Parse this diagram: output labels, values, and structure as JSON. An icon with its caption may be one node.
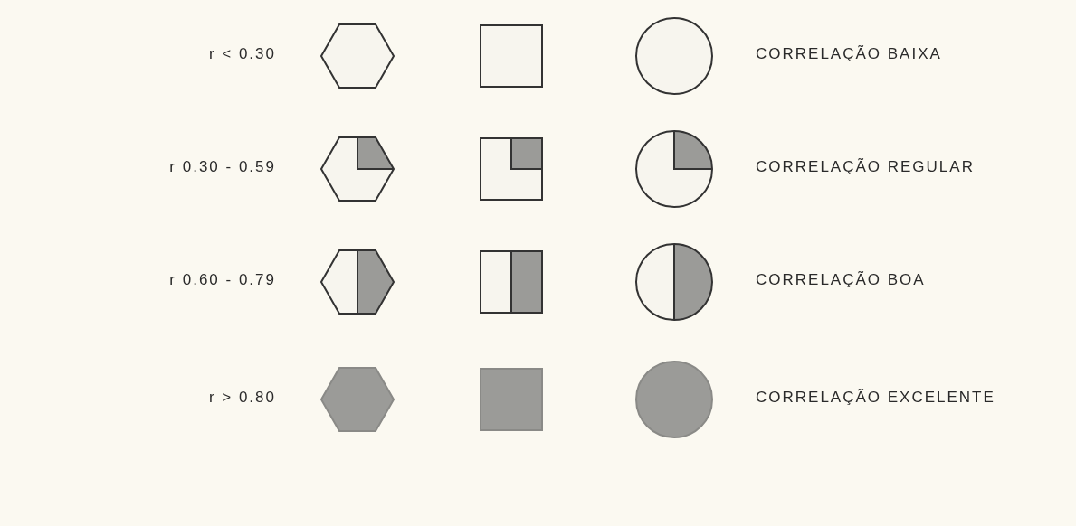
{
  "diagram": {
    "labels": [
      "r < 0.30",
      "CORRELAÇÃO BAIXA",
      "r 0.30 - 0.59",
      "CORRELAÇÃO REGULAR",
      "r 0.60 - 0.79",
      "CORRELAÇÃO BOA",
      "r > 0.80",
      "CORRELAÇÃO EXCELENTE"
    ]
  }
}
